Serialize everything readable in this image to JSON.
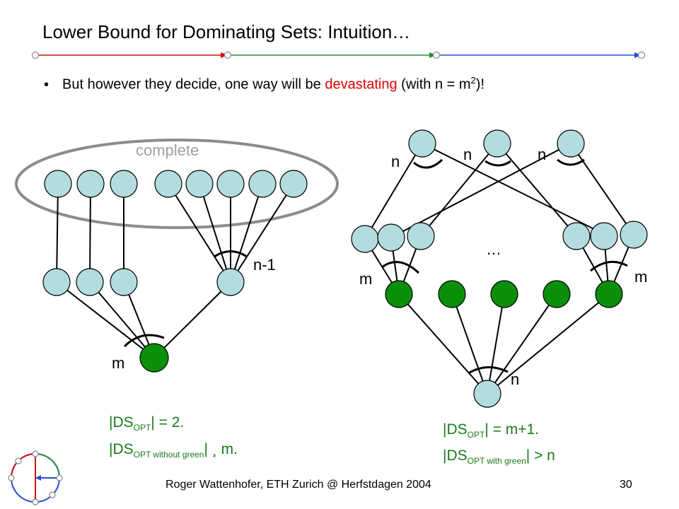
{
  "slide": {
    "title": "Lower Bound for Dominating Sets: Intuition…",
    "bullet": {
      "pre": "But however they decide, one way will be ",
      "highlight": "devastating",
      "post1": " (with n = m",
      "sup": "2",
      "post2": ")!"
    },
    "left_diagram": {
      "cluster_label": "complete",
      "label_n_minus_1": "n-1",
      "label_m": "m"
    },
    "right_diagram": {
      "label_n_top": [
        "n",
        "n",
        "n"
      ],
      "ellipsis": "…",
      "label_m_left": "m",
      "label_m_right": "m",
      "label_n_bottom": "n"
    },
    "formula_left": {
      "line1": {
        "pre": "|DS",
        "sub": "OPT",
        "post": "| = 2."
      },
      "line2": {
        "pre": "|DS",
        "sub": "OPT without green",
        "post": "| ¸ m."
      }
    },
    "formula_right": {
      "line1": {
        "pre": "|DS",
        "sub": "OPT",
        "post": "| = m+1."
      },
      "line2": {
        "pre": "|DS",
        "sub": "OPT with green",
        "post": "| > n"
      }
    },
    "footer": {
      "author": "Roger Wattenhofer, ETH Zurich @ Herfstdagen 2004",
      "page": "30"
    },
    "colors": {
      "node_fill": "#b3dcdf",
      "green_node": "#0a8f0a",
      "formula_text": "#1a7a1a",
      "highlight": "#e00000",
      "bar_red": "#d01010",
      "bar_green": "#2a8a3a",
      "bar_blue": "#2050d0"
    }
  }
}
